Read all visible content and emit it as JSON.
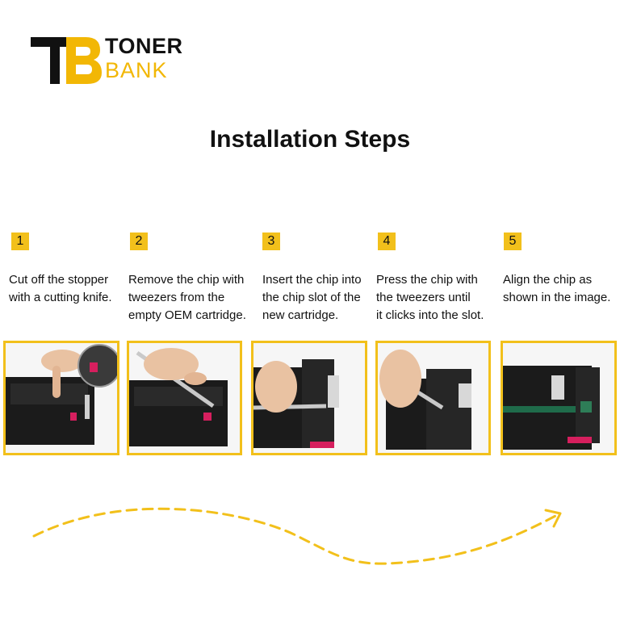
{
  "logo": {
    "brand_line1": "TONER",
    "brand_line2": "BANK",
    "monogram": "TB",
    "colors": {
      "dark": "#111111",
      "accent": "#f2b705"
    }
  },
  "title": "Installation Steps",
  "steps": [
    {
      "number": "1",
      "text": "Cut off the stopper\nwith a cutting knife."
    },
    {
      "number": "2",
      "text": "Remove the chip with\ntweezers from the\nempty OEM cartridge."
    },
    {
      "number": "3",
      "text": "Insert the chip into\nthe chip slot of the\nnew cartridge."
    },
    {
      "number": "4",
      "text": "Press the chip with\nthe tweezers until\nit clicks into the slot."
    },
    {
      "number": "5",
      "text": "Align the chip as\nshown in the image."
    }
  ],
  "colors": {
    "accent": "#f2c01b",
    "text": "#111111"
  }
}
